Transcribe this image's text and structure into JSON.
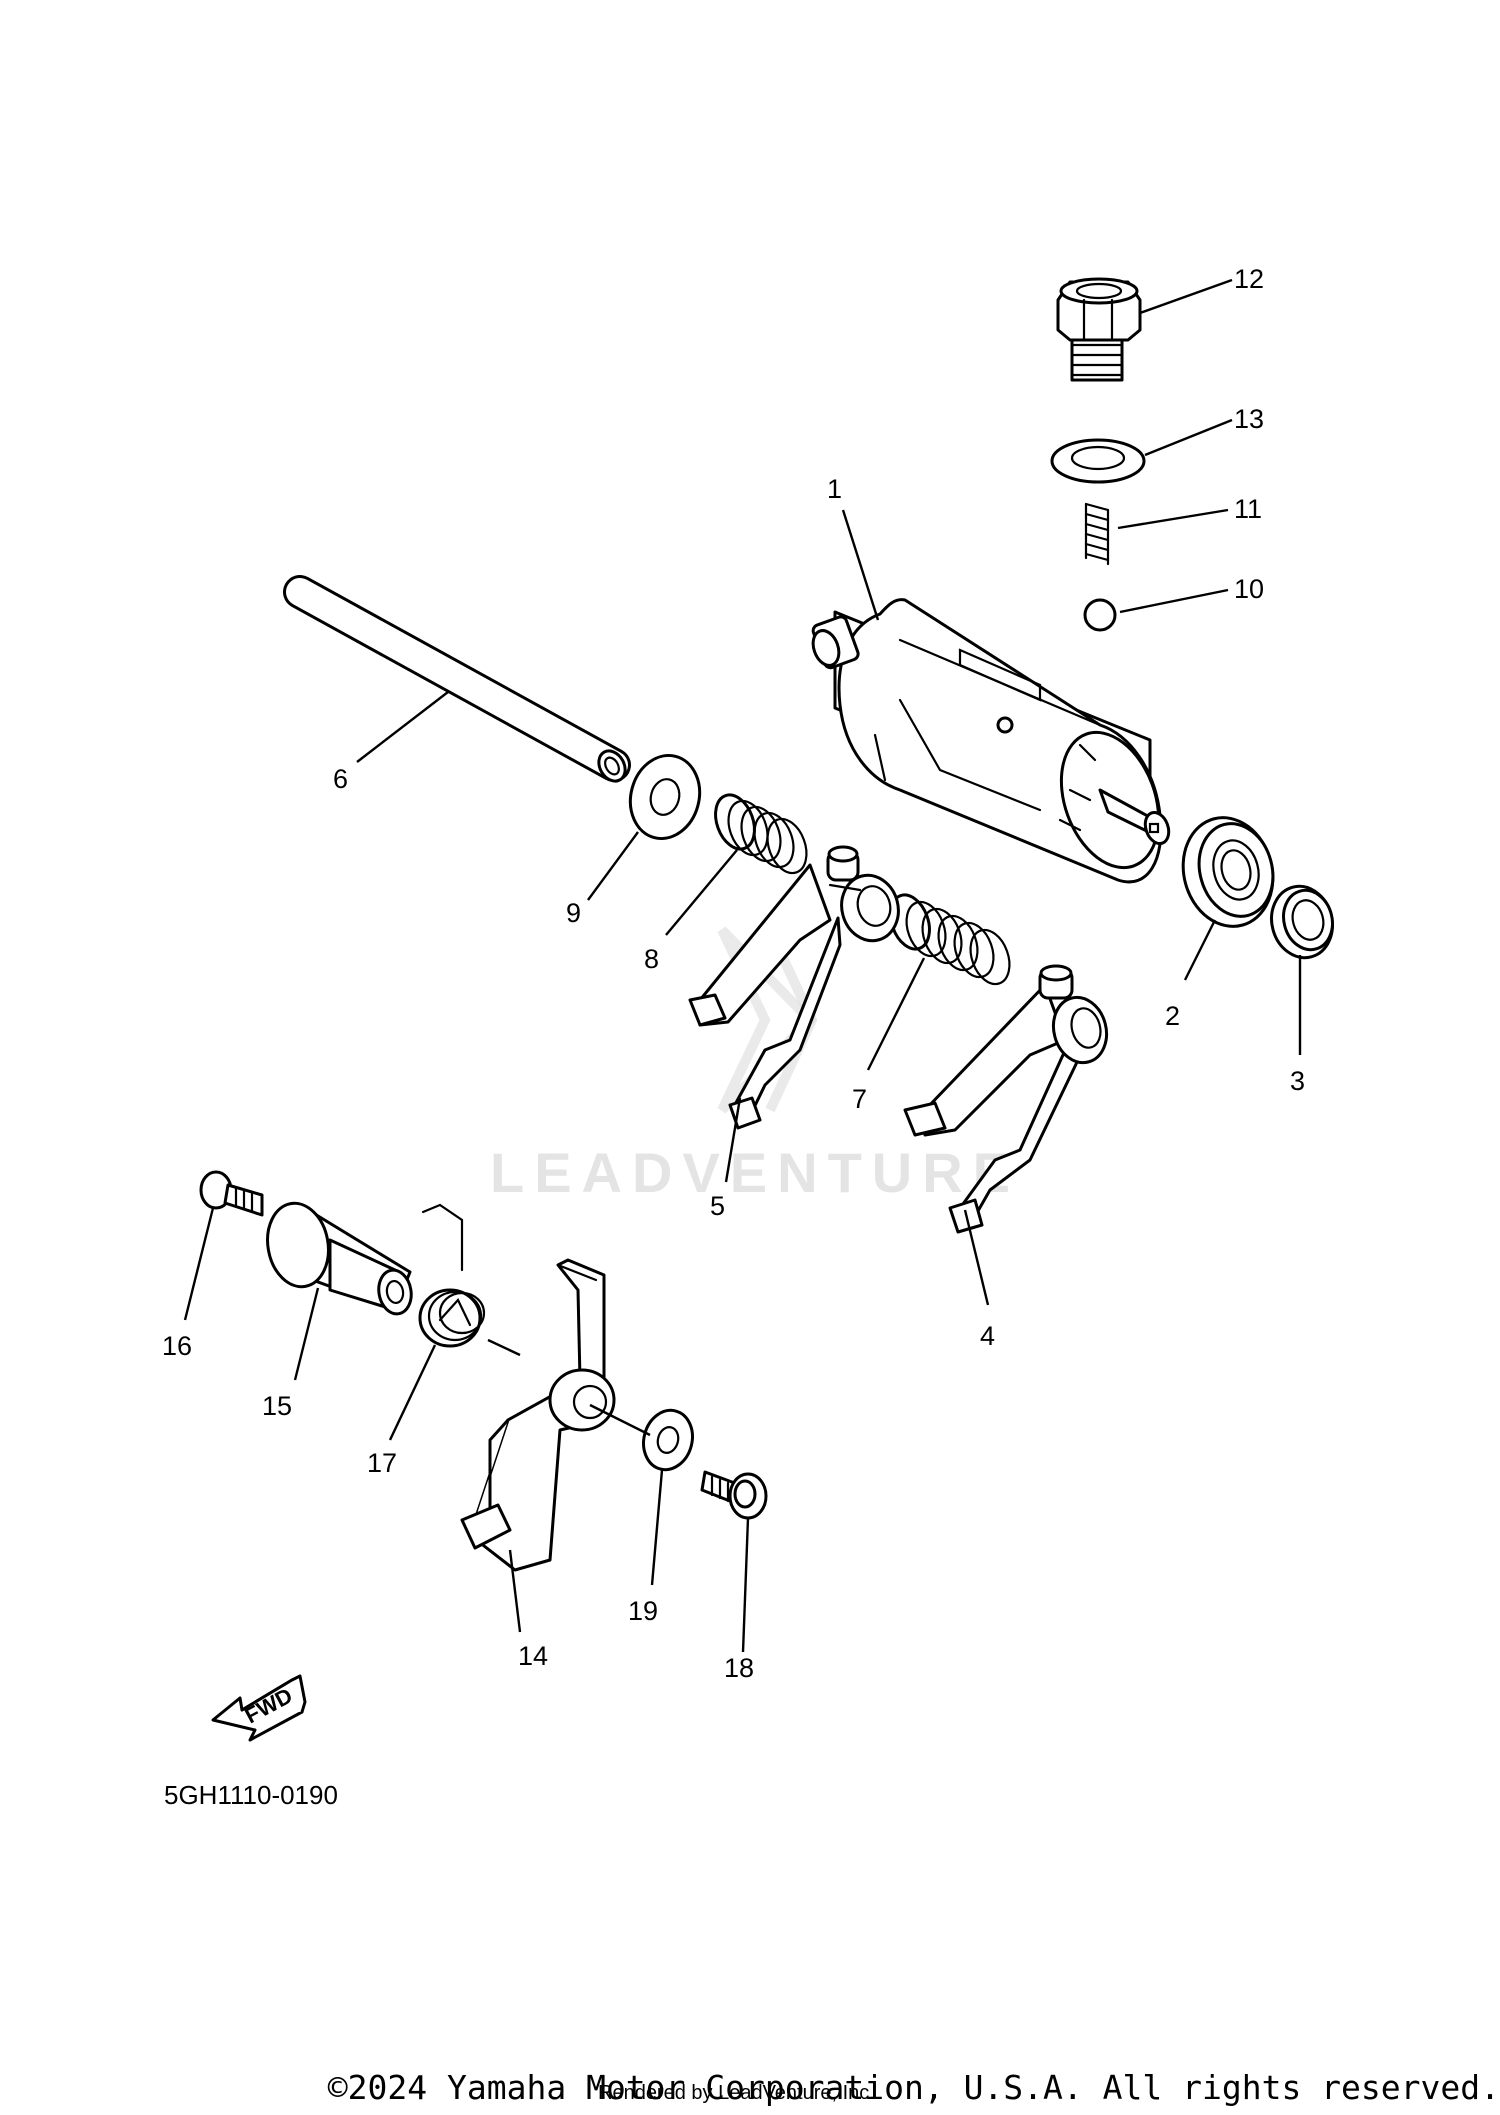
{
  "parts": [
    {
      "ref": "1",
      "name": "shift-drum"
    },
    {
      "ref": "2",
      "name": "bearing"
    },
    {
      "ref": "3",
      "name": "oil-seal"
    },
    {
      "ref": "4",
      "name": "shift-fork-right"
    },
    {
      "ref": "5",
      "name": "shift-fork-left"
    },
    {
      "ref": "6",
      "name": "fork-guide-bar"
    },
    {
      "ref": "7",
      "name": "fork-spring-long"
    },
    {
      "ref": "8",
      "name": "fork-spring-short"
    },
    {
      "ref": "9",
      "name": "washer"
    },
    {
      "ref": "10",
      "name": "detent-ball"
    },
    {
      "ref": "11",
      "name": "detent-spring"
    },
    {
      "ref": "12",
      "name": "plug-bolt"
    },
    {
      "ref": "13",
      "name": "gasket"
    },
    {
      "ref": "14",
      "name": "stopper-lever"
    },
    {
      "ref": "15",
      "name": "collar"
    },
    {
      "ref": "16",
      "name": "screw"
    },
    {
      "ref": "17",
      "name": "torsion-spring"
    },
    {
      "ref": "18",
      "name": "flange-bolt"
    },
    {
      "ref": "19",
      "name": "small-washer"
    }
  ],
  "fwd_label": "FWD",
  "drawing_code": "5GH1110-0190",
  "watermark": "LEADVENTURE",
  "copyright": "©2024 Yamaha Motor Corporation, U.S.A. All rights reserved.",
  "rendered_by": "Rendered by LeadVenture, Inc."
}
